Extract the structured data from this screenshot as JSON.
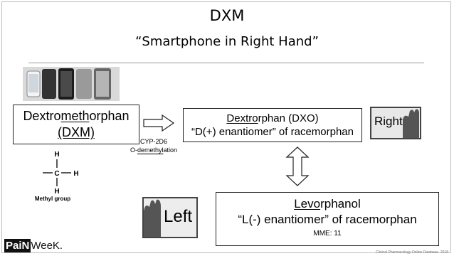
{
  "slide": {
    "title": "DXM",
    "subtitle": "“Smartphone in Right Hand”"
  },
  "dxm_box": {
    "line1_pre": "Dextro",
    "line1_u": "meth",
    "line1_post": "orphan",
    "line2": "(DXM)"
  },
  "dxo_box": {
    "line1_u": "Dextro",
    "line1_post": "rphan (DXO)",
    "line2": "“D(+) enantiomer” of racemorphan"
  },
  "lev_box": {
    "line1_u": "Levo",
    "line1_post": "rphanol",
    "line2": "“L(-) enantiomer” of racemorphan",
    "mme": "MME: 11"
  },
  "enzyme": {
    "line1": "CYP-2D6",
    "line2_pre": "O-",
    "line2_u": "demethyl",
    "line2_post": "ation"
  },
  "methyl": {
    "h_top": "H",
    "h_right": "H",
    "h_bottom": "H",
    "c": "C",
    "label": "Methyl group"
  },
  "hand_right": "Right",
  "hand_left": "Left",
  "logo": {
    "bold": "PaiN",
    "light": "WeeK."
  },
  "footer": "Clinical Pharmacology Online Database. 2018",
  "colors": {
    "text": "#000000",
    "rule": "#999999",
    "logo": "#111111"
  }
}
